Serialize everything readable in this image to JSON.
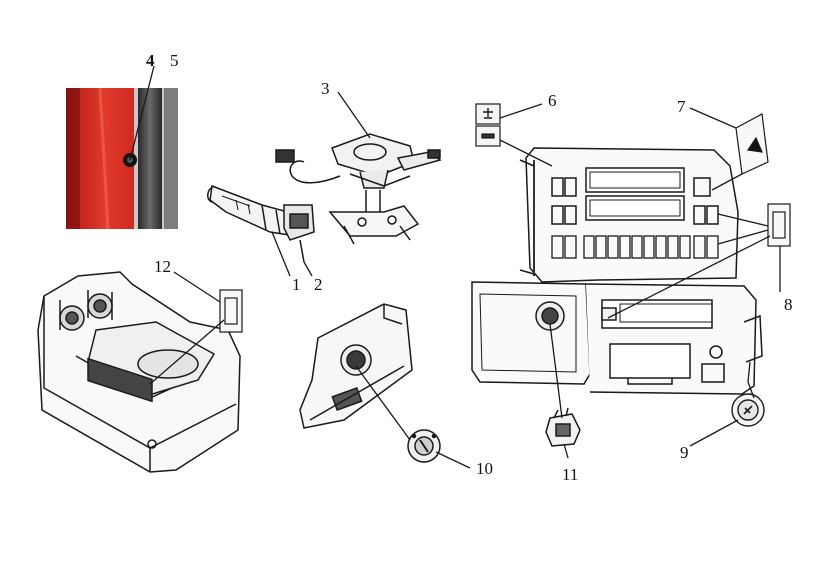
{
  "callouts": {
    "c1": "1",
    "c2": "2",
    "c3": "3",
    "c4": "4",
    "c5": "5",
    "c6": "6",
    "c7": "7",
    "c8": "8",
    "c9": "9",
    "c10": "10",
    "c11": "11",
    "c12": "12"
  },
  "colors": {
    "background": "#ffffff",
    "line": "#1a1a1a",
    "photo_red": "#d8261f",
    "photo_dark": "#3b3b3b"
  },
  "icons": {
    "photo": "door-pillar-photo",
    "lever_switch": "combination-lever-switch",
    "steering_column": "steering-column-bracket",
    "lamp_switch": "dome-lamp-switch",
    "hazard_switch": "hazard-warning-switch",
    "dash_panel": "instrument-center-panel",
    "knob": "rotary-knob",
    "console": "floor-console"
  }
}
